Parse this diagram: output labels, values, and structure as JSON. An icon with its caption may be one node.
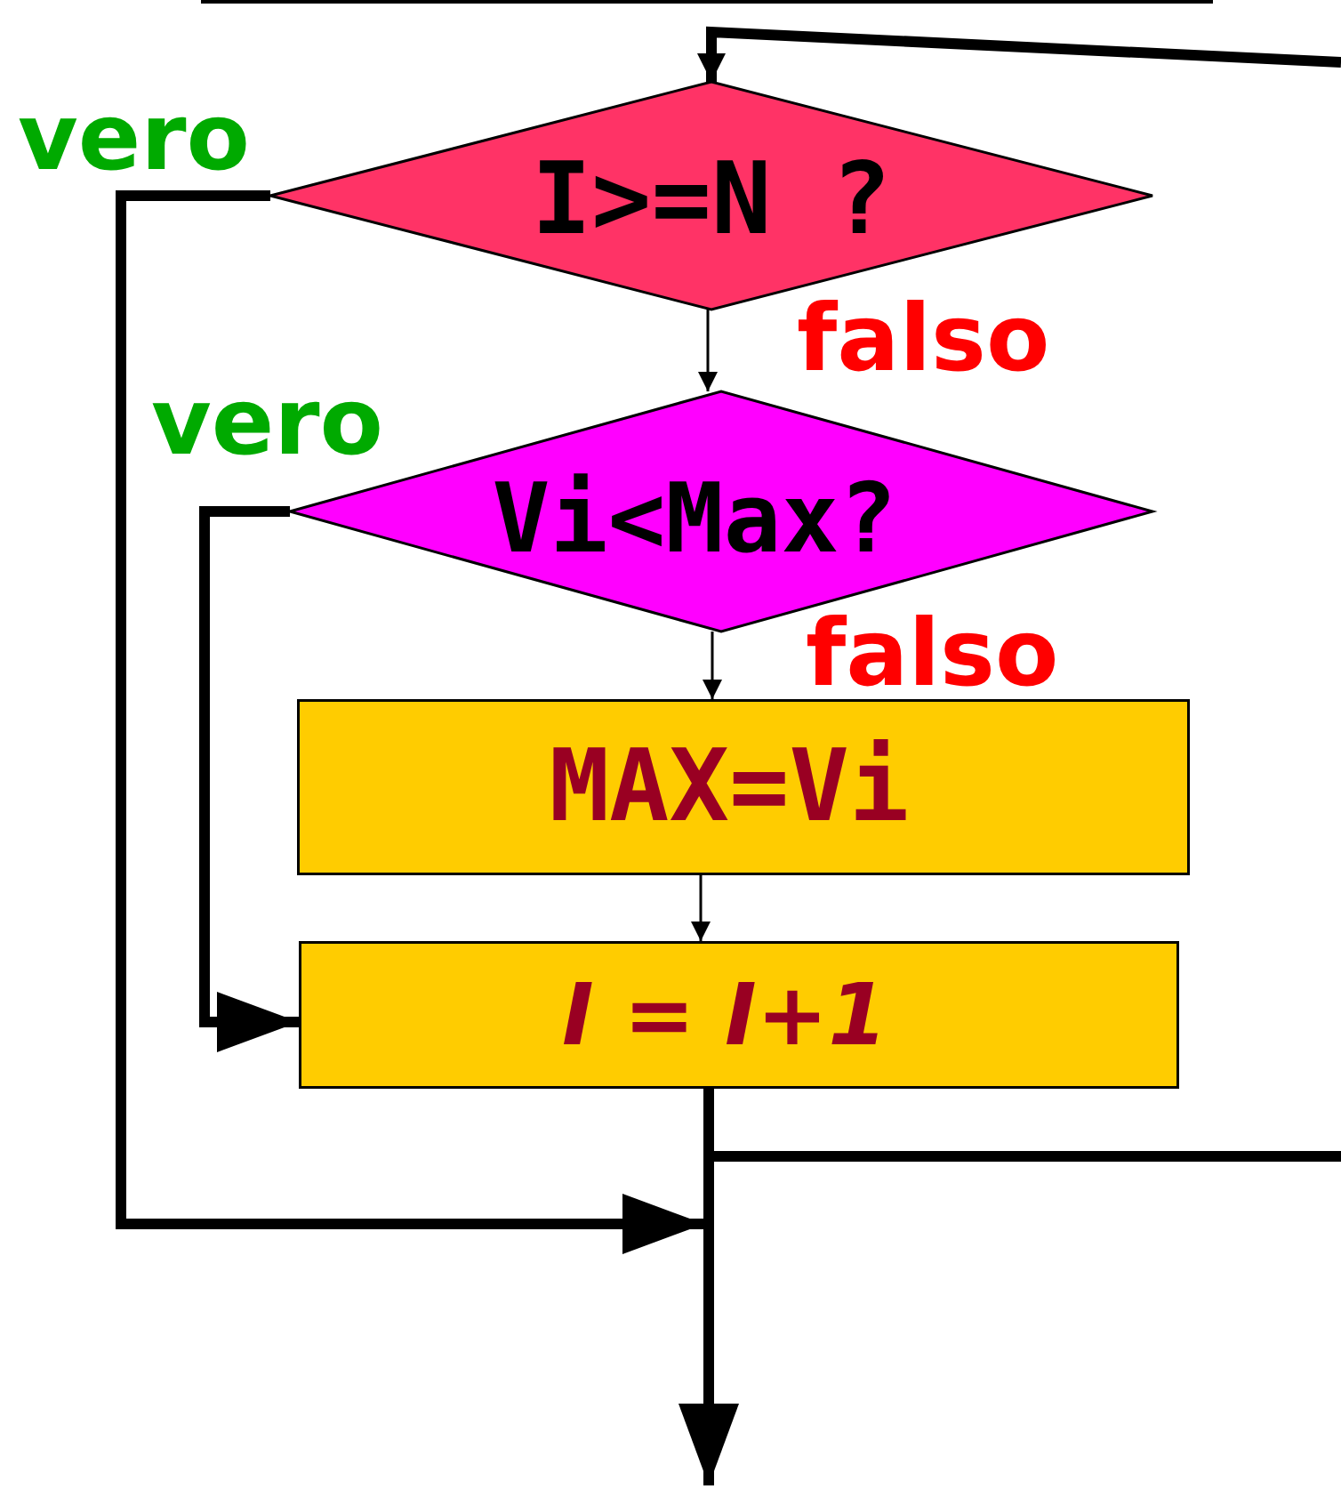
{
  "diagram": {
    "nodes": [
      {
        "text": [
          "I>=N ?"
        ]
      },
      {
        "text": [
          "Vi<Max?"
        ]
      },
      {
        "text": [
          "MAX=Vi"
        ]
      },
      {
        "text": [
          "I = I+1"
        ]
      }
    ],
    "edges": [
      {
        "from": null,
        "to": 0,
        "arrow": "to"
      },
      {
        "from": 0,
        "to": 1,
        "arrow": "to",
        "label": "falso"
      },
      {
        "from": 0,
        "to": null,
        "arrow": "to",
        "label": "vero"
      },
      {
        "from": 1,
        "to": 2,
        "arrow": "to",
        "label": "falso"
      },
      {
        "from": 1,
        "to": 3,
        "arrow": "to",
        "label": "vero"
      },
      {
        "from": 2,
        "to": 3,
        "arrow": "to"
      },
      {
        "from": 3,
        "to": null,
        "arrow": "to"
      },
      {
        "from": 3,
        "to": null,
        "arrow": "none"
      }
    ]
  }
}
